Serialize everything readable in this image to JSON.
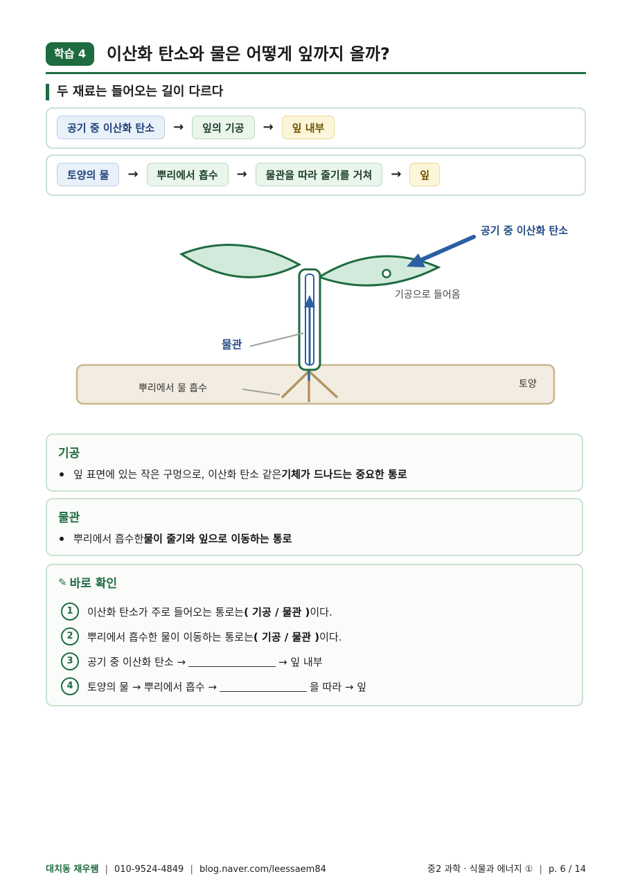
{
  "header": {
    "badge": "학습 4",
    "title": "이산화 탄소와 물은 어떻게 잎까지 올까?"
  },
  "section": {
    "title": "두 재료는 들어오는 길이 다르다"
  },
  "flow1": {
    "steps": [
      "공기 중 이산화 탄소",
      "잎의 기공",
      "잎 내부"
    ]
  },
  "flow2": {
    "steps": [
      "토양의 물",
      "뿌리에서 흡수",
      "물관을 따라 줄기를 거쳐",
      "잎"
    ]
  },
  "arrow_glyph": "→",
  "diagram": {
    "co2_label": "공기 중 이산화 탄소",
    "stomata_label": "기공으로 들어옴",
    "xylem_label": "물관",
    "root_label": "뿌리에서 물 흡수",
    "soil_label": "토양"
  },
  "card_stomata": {
    "title": "기공",
    "text_plain": "잎 표면에 있는 작은 구멍으로, 이산화 탄소 같은 ",
    "text_bold": "기체가 드나드는 중요한 통로"
  },
  "card_xylem": {
    "title": "물관",
    "text_plain": "뿌리에서 흡수한 ",
    "text_bold": "물이 줄기와 잎으로 이동하는 통로"
  },
  "check": {
    "title": "바로 확인",
    "questions": [
      {
        "num": "1",
        "pre": "이산화 탄소가 주로 들어오는 통로는 ",
        "choice": "( 기공 / 물관 )",
        "post": "이다."
      },
      {
        "num": "2",
        "pre": "뿌리에서 흡수한 물이 이동하는 통로는 ",
        "choice": "( 기공 / 물관 )",
        "post": "이다."
      },
      {
        "num": "3",
        "pre": "공기 중 이산화 탄소 →",
        "post": "→ 잎 내부"
      },
      {
        "num": "4",
        "pre": "토양의 물 → 뿌리에서 흡수 →",
        "post": "을 따라 → 잎"
      }
    ]
  },
  "footer": {
    "brand": "대치동 재우쌤",
    "phone": "010-9524-4849",
    "blog": "blog.naver.com/leessaem84",
    "course": "중2 과학 · 식물과 에너지 ①",
    "page": "p. 6 / 14",
    "divider": "|"
  },
  "colors": {
    "accent": "#1e6b40",
    "blue": "#2b5fa3",
    "soil": "#f3ece0"
  }
}
